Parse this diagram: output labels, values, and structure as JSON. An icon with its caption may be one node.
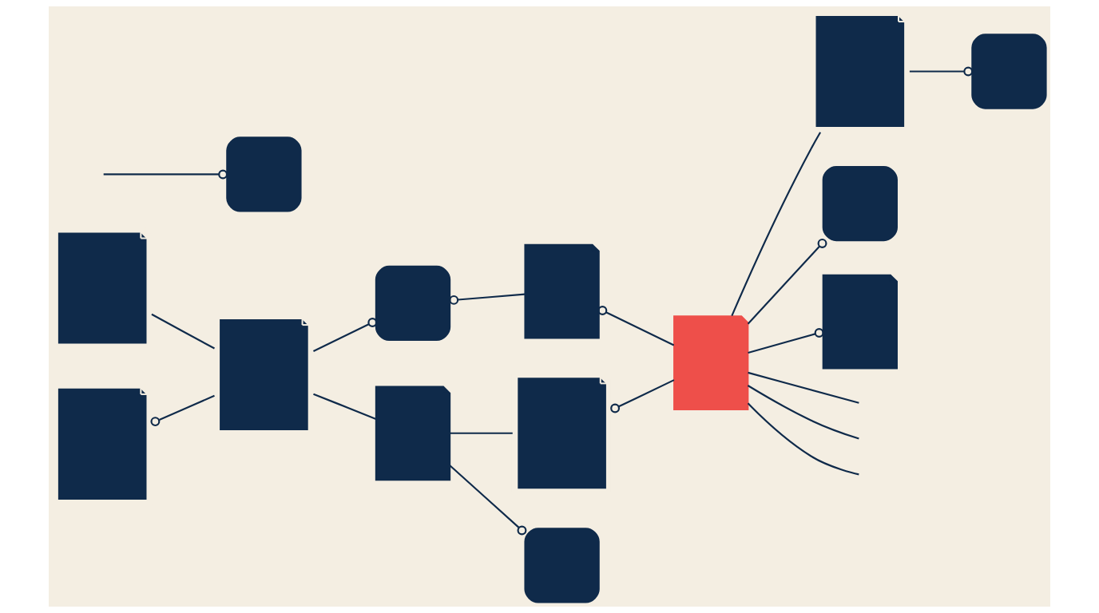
{
  "diagram": {
    "nodes": [
      {
        "text": [],
        "shape": "stack"
      },
      {
        "text": [],
        "shape": "box"
      },
      {
        "text": [],
        "shape": "box"
      },
      {
        "text": [],
        "shape": "document"
      },
      {
        "text": [],
        "shape": "stack"
      },
      {
        "text": [],
        "shape": "stack"
      },
      {
        "text": [],
        "shape": "stack"
      },
      {
        "text": [],
        "shape": "document"
      },
      {
        "text": [],
        "shape": "box"
      },
      {
        "text": [],
        "shape": "document"
      },
      {
        "text": [],
        "shape": "stack"
      },
      {
        "text": [],
        "shape": "box"
      },
      {
        "text": [],
        "shape": "document"
      },
      {
        "text": [],
        "shape": "box"
      }
    ],
    "edges": [
      {
        "from": 0,
        "to": 6,
        "arrow": "none"
      },
      {
        "from": 6,
        "to": 5,
        "arrow": "other"
      },
      {
        "from": 6,
        "to": 1,
        "arrow": "other"
      },
      {
        "from": 3,
        "to": 1,
        "arrow": "other"
      },
      {
        "from": 7,
        "to": 3,
        "arrow": "other"
      },
      {
        "from": 6,
        "to": 9,
        "arrow": "none"
      },
      {
        "from": 9,
        "to": 10,
        "arrow": "none"
      },
      {
        "from": 9,
        "to": 13,
        "arrow": "other"
      },
      {
        "from": 7,
        "to": 10,
        "arrow": "other"
      },
      {
        "from": 7,
        "to": null,
        "arrow": "none"
      },
      {
        "from": 7,
        "to": 12,
        "arrow": "other"
      },
      {
        "from": 7,
        "to": 4,
        "arrow": "none"
      },
      {
        "from": 4,
        "to": 2,
        "arrow": "other"
      },
      {
        "from": 7,
        "to": null,
        "arrow": "none"
      },
      {
        "from": 7,
        "to": null,
        "arrow": "none"
      },
      {
        "from": null,
        "to": 8,
        "arrow": "other"
      },
      {
        "from": 7,
        "to": 11,
        "arrow": "other"
      }
    ]
  }
}
